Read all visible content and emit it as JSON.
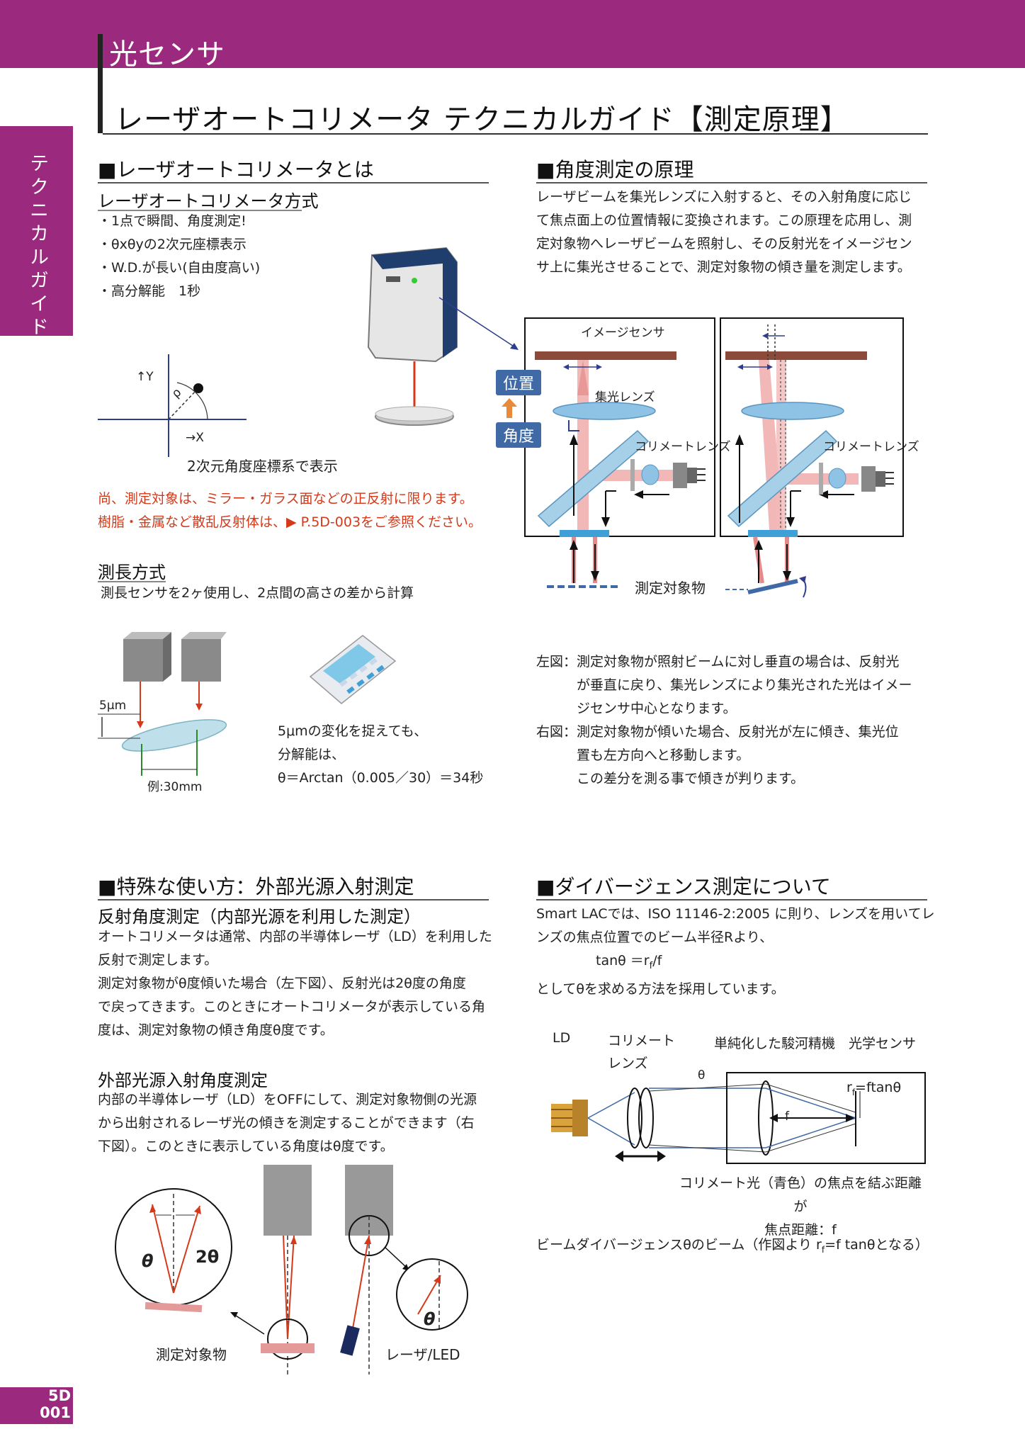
{
  "header": {
    "category": "光センサ",
    "title": "レーザオートコリメータ テクニカルガイド【測定原理】"
  },
  "side_tab": "テクニカルガイド",
  "footer": {
    "code_top": "5D",
    "code_bottom": "001"
  },
  "section_what": {
    "heading": "■レーザオートコリメータとは",
    "method_title": "レーザオートコリメータ方式",
    "bullets": [
      "・1点で瞬間、角度測定!",
      "・θxθyの2次元座標表示",
      "・W.D.が長い(自由度高い)",
      "・高分解能　1秒"
    ],
    "axis_y": "↑Y",
    "axis_x": "→X",
    "rho": "ρ",
    "coord_caption": "2次元角度座標系で表示",
    "note_line1": "尚、測定対象は、ミラー・ガラス面などの正反射に限ります。",
    "note_line2": "樹脂・金属など散乱反射体は、▶ P.5D-003をご参照ください。",
    "length_title": "測長方式",
    "length_desc": "測長センサを2ヶ使用し、2点間の高さの差から計算",
    "five_um": "5μm",
    "example": "例:30mm",
    "calc_lines": [
      "5μmの変化を捉えても、",
      "分解能は、",
      "θ＝Arctan（0.005／30）＝34秒"
    ]
  },
  "section_principle": {
    "heading": "■角度測定の原理",
    "desc": [
      "レーザビームを集光レンズに入射すると、その入射角度に応じ",
      "て焦点面上の位置情報に変換されます。この原理を応用し、測",
      "定対象物へレーザビームを照射し、その反射光をイメージセン",
      "サ上に集光させることで、測定対象物の傾き量を測定します。"
    ],
    "image_sensor": "イメージセンサ",
    "tab_position": "位置",
    "tab_angle": "角度",
    "focus_lens": "集光レンズ",
    "collimate_lens_left": "コリメートレンズ",
    "collimate_lens_right": "コリメートレンズ",
    "target": "測定対象物",
    "left_note": [
      "左図：測定対象物が照射ビームに対し垂直の場合は、反射光",
      "が垂直に戻り、集光レンズにより集光された光はイメー",
      "ジセンサ中心となります。"
    ],
    "right_note": [
      "右図：測定対象物が傾いた場合、反射光が左に傾き、集光位",
      "置も左方向へと移動します。",
      "この差分を測る事で傾きが判ります。"
    ]
  },
  "section_special": {
    "heading": "■特殊な使い方：外部光源入射測定",
    "reflect_title": "反射角度測定（内部光源を利用した測定）",
    "reflect_desc": [
      "オートコリメータは通常、内部の半導体レーザ（LD）を利用した",
      "反射で測定します。",
      "測定対象物がθ度傾いた場合（左下図）、反射光は2θ度の角度",
      "で戻ってきます。このときにオートコリメータが表示している角",
      "度は、測定対象物の傾き角度θ度です。"
    ],
    "external_title": "外部光源入射角度測定",
    "external_desc": [
      "内部の半導体レーザ（LD）をOFFにして、測定対象物側の光源",
      "から出射されるレーザ光の傾きを測定することができます（右",
      "下図）。このときに表示している角度はθ度です。"
    ],
    "theta": "θ",
    "two_theta": "2θ",
    "theta_right": "θ",
    "target_label": "測定対象物",
    "laser_label": "レーザ/LED"
  },
  "section_divergence": {
    "heading": "■ダイバージェンス測定について",
    "desc": [
      "Smart LACでは、ISO 11146-2:2005 に則り、レンズを用いてレ",
      "ンズの焦点位置でのビーム半径Rより、"
    ],
    "formula": "tanθ ＝r",
    "formula_sub": "f",
    "formula_tail": "/f",
    "desc_after": "としてθを求める方法を採用しています。",
    "ld": "LD",
    "collimate_1": "コリメート",
    "collimate_2": "レンズ",
    "simplified": "単純化した駿河精機　光学センサ",
    "theta": "θ",
    "rf": "r",
    "rf_sub": "f",
    "rf_tail": "=ftanθ",
    "f": "f",
    "caption_1": "コリメート光（青色）の焦点を結ぶ距離が",
    "caption_2": "焦点距離：f",
    "beam_note": "ビームダイバージェンスθのビーム（作図より r",
    "beam_note_sub": "f",
    "beam_note_tail": "=f tanθとなる）"
  },
  "colors": {
    "brand": "#9b2a7f",
    "beam": "#e58a8a",
    "lens": "#8fc3e6",
    "sensor": "#8b4a3a",
    "accent_red": "#d43a1a",
    "label_blue": "#3f6aa5"
  }
}
